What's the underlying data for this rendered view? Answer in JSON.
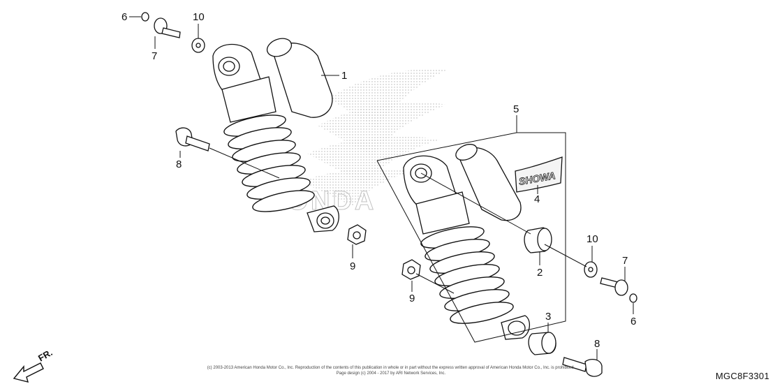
{
  "diagram_code": "MGC8F3301",
  "copyright_line1": "(c) 2003-2013 American Honda Motor Co., Inc. Reproduction of the contents of this publication in whole or in part without the express written approval of American Honda Motor Co., Inc. is prohibited.",
  "copyright_line2": "Page design (c) 2004 - 2017 by ARI Network Services, Inc.",
  "direction_label": "FR.",
  "decal_text": "SHOWA",
  "watermark": "HONDA",
  "callouts": {
    "c6a": "6",
    "c7a": "7",
    "c10a": "10",
    "c1": "1",
    "c8a": "8",
    "c9a": "9",
    "c5": "5",
    "c4": "4",
    "c10b": "10",
    "c2": "2",
    "c7b": "7",
    "c6b": "6",
    "c9b": "9",
    "c3": "3",
    "c8b": "8"
  },
  "colors": {
    "line": "#111111",
    "watermark": "#b8b8b8",
    "background": "#ffffff"
  }
}
